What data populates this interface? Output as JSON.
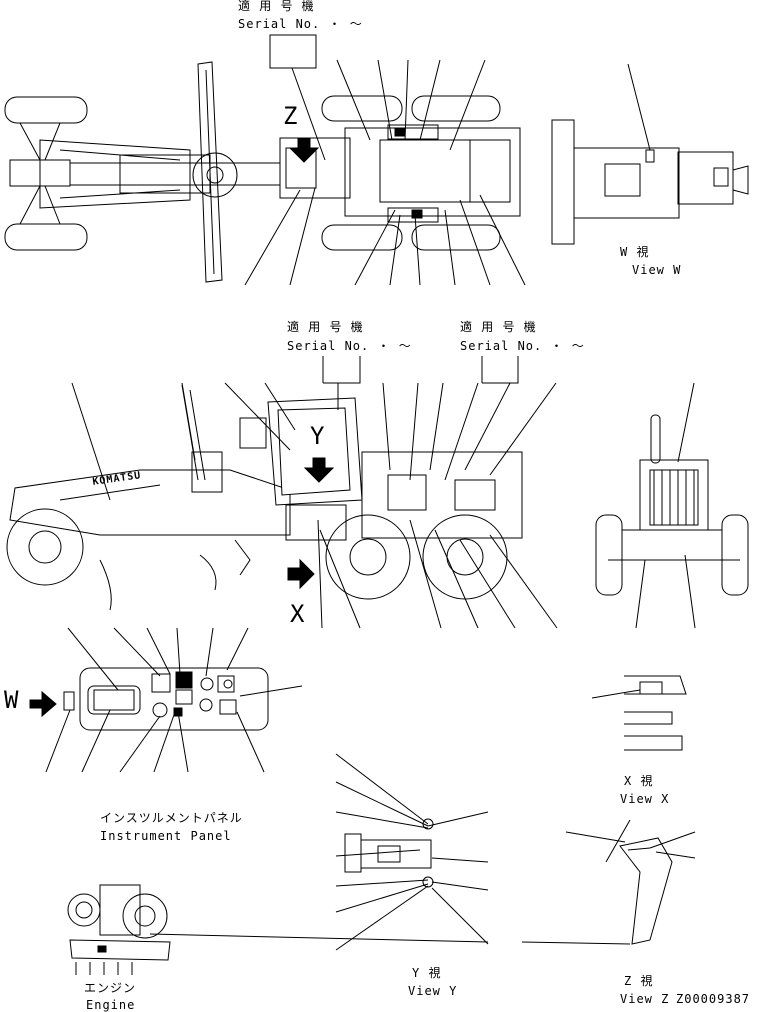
{
  "labels": {
    "top_serial_jp": "適 用 号 機",
    "top_serial_en": "Serial No.  ・  〜",
    "z_marker": "Z",
    "view_w_jp": "W  視",
    "view_w_en": "View W",
    "mid_serial1_jp": "適 用 号 機",
    "mid_serial1_en": "Serial No.  ・  〜",
    "mid_serial2_jp": "適 用 号 機",
    "mid_serial2_en": "Serial No.  ・  〜",
    "y_marker": "Y",
    "x_marker": "X",
    "w_marker": "W",
    "brand": "KOMATSU",
    "view_x_jp": "X  視",
    "view_x_en": "View X",
    "panel_jp": "インスツルメントパネル",
    "panel_en": "Instrument Panel",
    "view_y_jp": "Y  視",
    "view_y_en": "View Y",
    "engine_jp": "エンジン",
    "engine_en": "Engine",
    "view_z_jp": "Z  視",
    "view_z_en": "View Z",
    "drawing_no": "Z00009387"
  }
}
